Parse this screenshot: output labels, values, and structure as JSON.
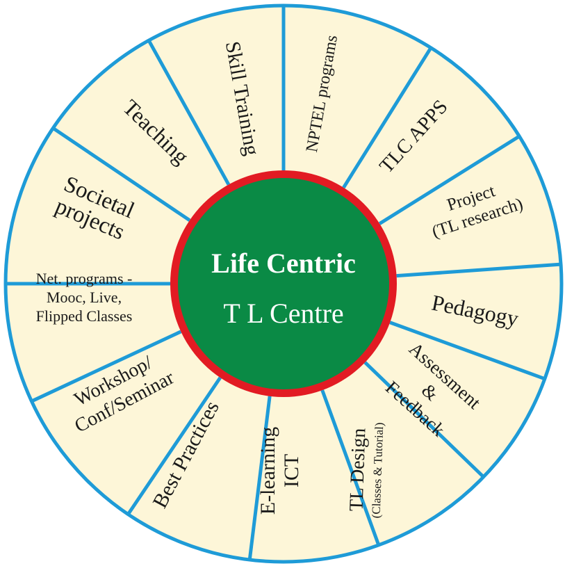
{
  "center": {
    "title": "Life Centric",
    "subtitle": "T L Centre"
  },
  "segments": [
    {
      "id": "skill-training",
      "lines": [
        "Skill Training"
      ]
    },
    {
      "id": "nptel-programs",
      "lines": [
        "NPTEL programs"
      ]
    },
    {
      "id": "tlc-apps",
      "lines": [
        "TLC APPS"
      ]
    },
    {
      "id": "project-tl-research",
      "lines": [
        "Project",
        "(TL research)"
      ]
    },
    {
      "id": "pedagogy",
      "lines": [
        "Pedagogy"
      ]
    },
    {
      "id": "assessment-feedback",
      "lines": [
        "Assessment",
        "&",
        "Feedback"
      ]
    },
    {
      "id": "tl-design",
      "lines": [
        "TL Design",
        "(Classes & Tutorial)"
      ]
    },
    {
      "id": "e-learning-ict",
      "lines": [
        "E-learning",
        "ICT"
      ]
    },
    {
      "id": "best-practices",
      "lines": [
        "Best Practices"
      ]
    },
    {
      "id": "workshop-conf-seminar",
      "lines": [
        "Workshop/",
        "Conf/Seminar"
      ]
    },
    {
      "id": "net-programs",
      "lines": [
        "Net. programs -",
        "Mooc, Live,",
        "Flipped Classes"
      ]
    },
    {
      "id": "societal-projects",
      "lines": [
        "Societal",
        "projects"
      ]
    },
    {
      "id": "teaching",
      "lines": [
        "Teaching"
      ]
    }
  ],
  "colors": {
    "segment_fill": "#fdf6d8",
    "divider": "#1e9bd7",
    "center_fill": "#0a8a45",
    "center_ring": "#e21b23"
  }
}
